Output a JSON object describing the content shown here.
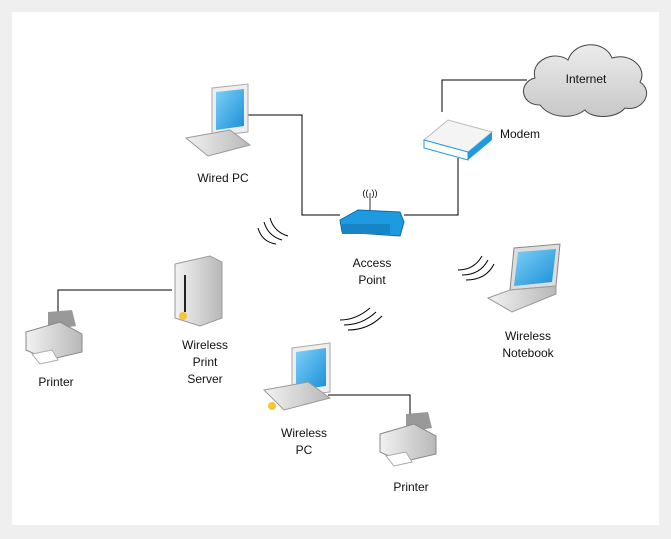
{
  "labels": {
    "internet": "Internet",
    "modem": "Modem",
    "wired_pc": "Wired PC",
    "access_point": [
      "Access",
      "Point"
    ],
    "wireless_notebook": [
      "Wireless",
      "Notebook"
    ],
    "wireless_print_server": [
      "Wireless",
      "Print",
      "Server"
    ],
    "printer_left": "Printer",
    "wireless_pc": [
      "Wireless",
      "PC"
    ],
    "printer_right": "Printer"
  },
  "colors": {
    "device_blue": "#1e9be0",
    "screen_blue": "#2aa6e8",
    "cloud": "#d9d9d9",
    "light": "#f5c533"
  }
}
